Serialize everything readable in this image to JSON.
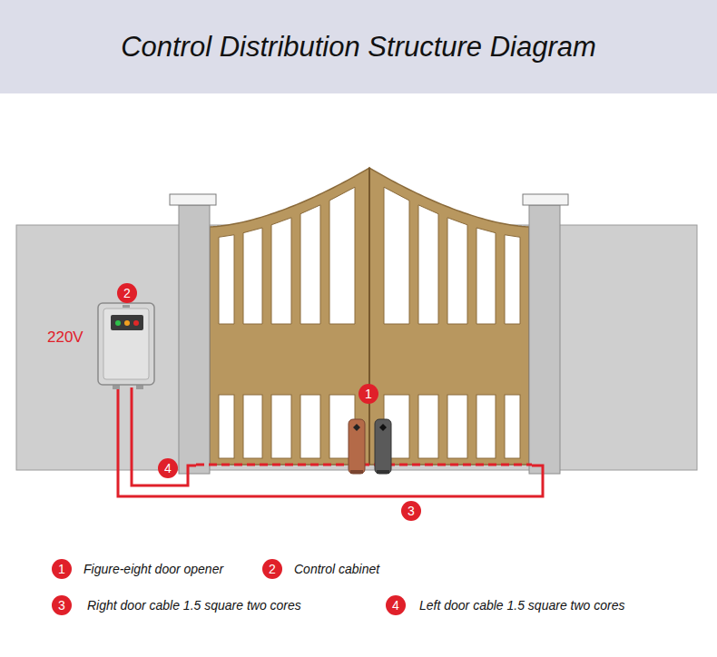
{
  "diagram": {
    "title": "Control Distribution Structure Diagram",
    "labels": [
      "220V",
      "2",
      "1",
      "4",
      "3",
      "1",
      "2",
      "3",
      "4"
    ],
    "legend": [
      {
        "text": "Figure-eight door opener"
      },
      {
        "text": "Control cabinet"
      },
      {
        "text": "Right door cable 1.5 square two cores"
      },
      {
        "text": "Left door cable 1.5 square two cores"
      }
    ]
  }
}
